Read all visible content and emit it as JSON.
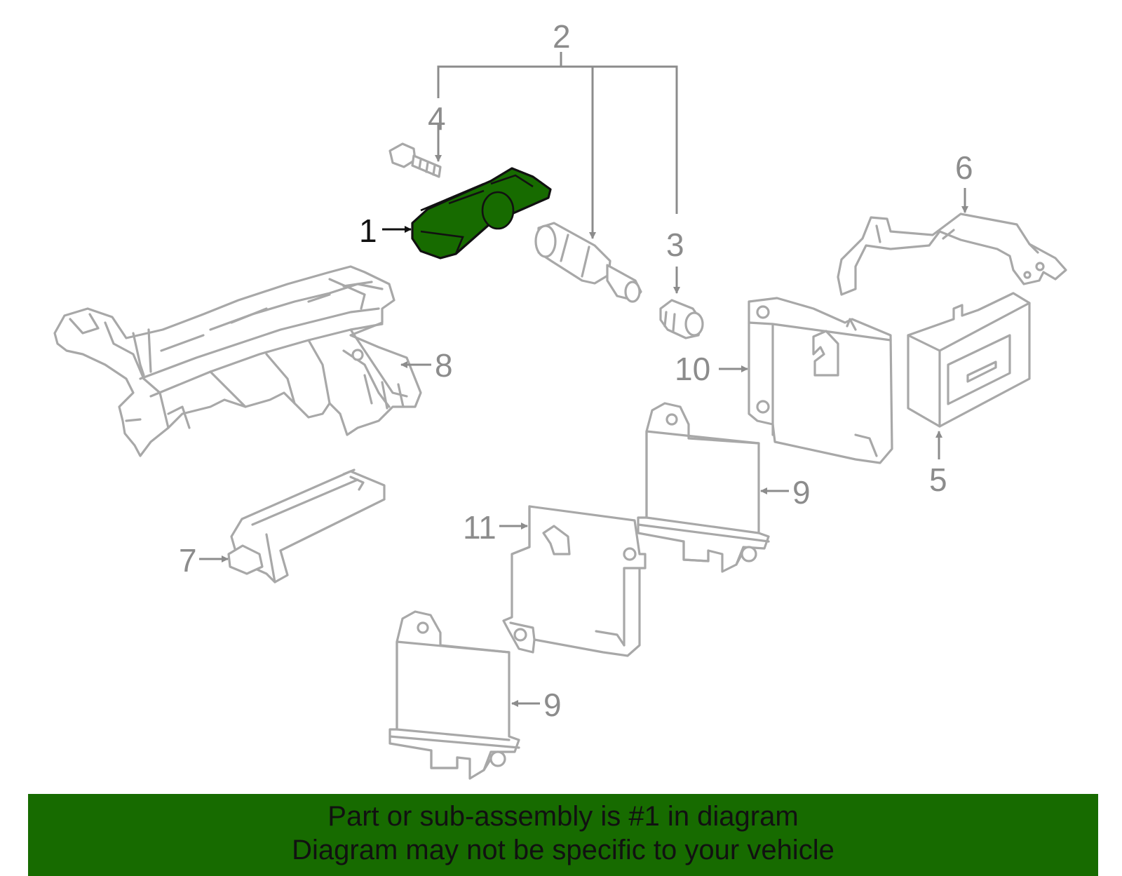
{
  "callouts": {
    "c1": "1",
    "c2": "2",
    "c3": "3",
    "c4": "4",
    "c5": "5",
    "c6": "6",
    "c7": "7",
    "c8": "8",
    "c9a": "9",
    "c9b": "9",
    "c10": "10",
    "c11": "11"
  },
  "footer": {
    "line1": "Part or sub-assembly is #1 in diagram",
    "line2": "Diagram may not be specific to your vehicle"
  },
  "colors": {
    "highlight": "#176b00",
    "outline": "#a8a8a8",
    "label": "#8c8c8c"
  }
}
